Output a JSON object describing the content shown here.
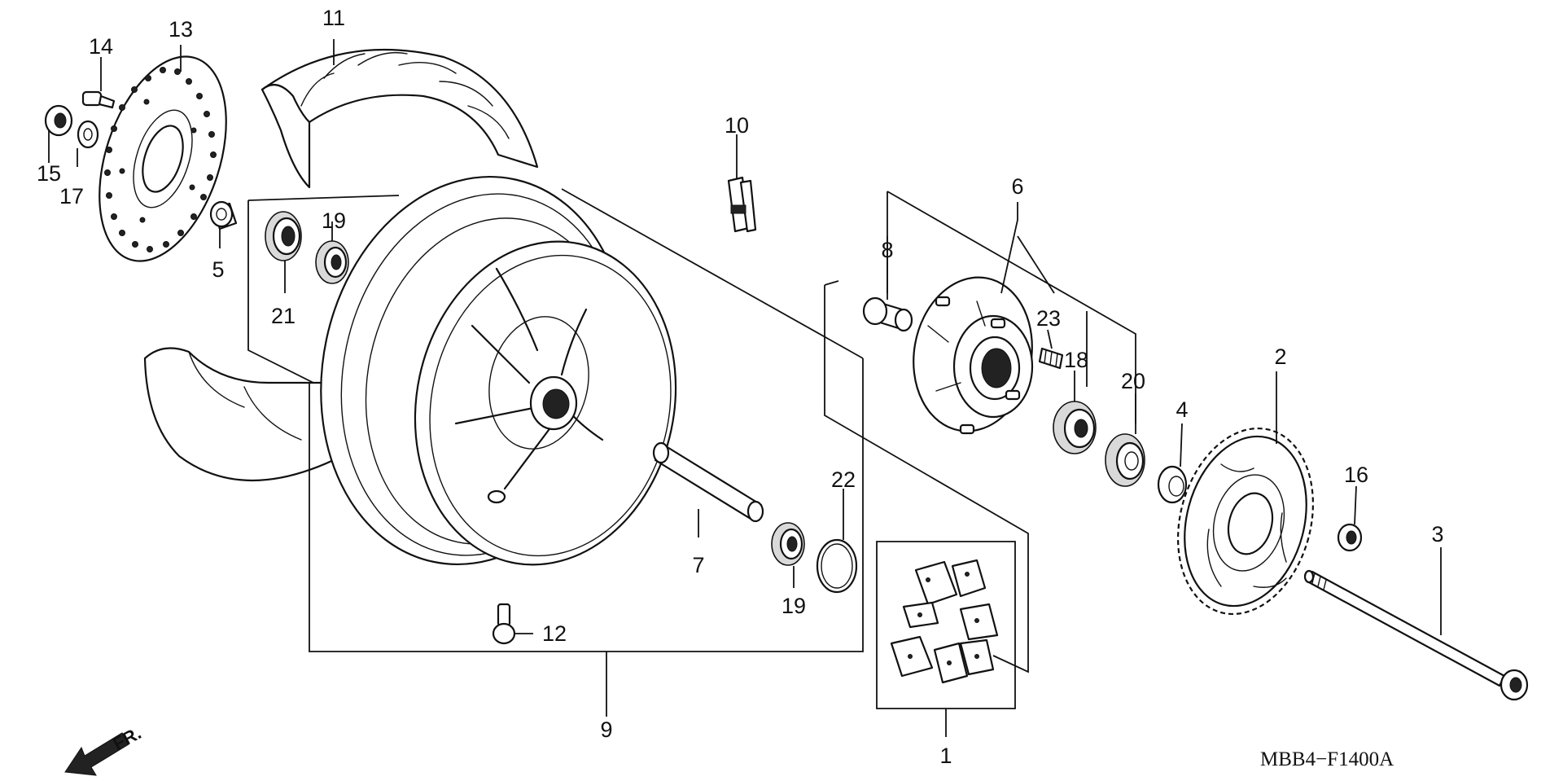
{
  "diagram": {
    "drawing_code": "MBB4−F1400A",
    "direction_label": "FR.",
    "callouts": [
      {
        "id": "c1",
        "text": "1"
      },
      {
        "id": "c2",
        "text": "2"
      },
      {
        "id": "c3",
        "text": "3"
      },
      {
        "id": "c4",
        "text": "4"
      },
      {
        "id": "c5",
        "text": "5"
      },
      {
        "id": "c6",
        "text": "6"
      },
      {
        "id": "c7",
        "text": "7"
      },
      {
        "id": "c8",
        "text": "8"
      },
      {
        "id": "c9",
        "text": "9"
      },
      {
        "id": "c10",
        "text": "10"
      },
      {
        "id": "c11",
        "text": "11"
      },
      {
        "id": "c12",
        "text": "12"
      },
      {
        "id": "c13",
        "text": "13"
      },
      {
        "id": "c14",
        "text": "14"
      },
      {
        "id": "c15",
        "text": "15"
      },
      {
        "id": "c16",
        "text": "16"
      },
      {
        "id": "c17",
        "text": "17"
      },
      {
        "id": "c18",
        "text": "18"
      },
      {
        "id": "c19a",
        "text": "19"
      },
      {
        "id": "c19b",
        "text": "19"
      },
      {
        "id": "c20",
        "text": "20"
      },
      {
        "id": "c21",
        "text": "21"
      },
      {
        "id": "c22",
        "text": "22"
      },
      {
        "id": "c23",
        "text": "23"
      }
    ]
  }
}
